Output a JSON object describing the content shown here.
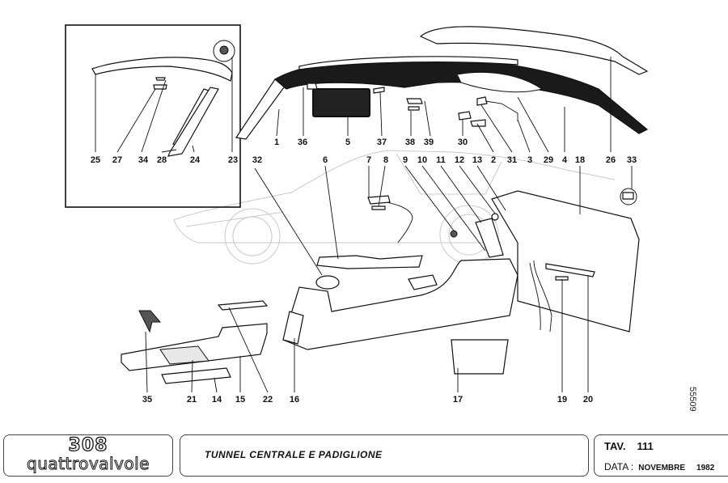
{
  "diagram": {
    "drawing_number": "55509",
    "labels": [
      {
        "id": "1",
        "text": "1"
      },
      {
        "id": "2",
        "text": "2"
      },
      {
        "id": "3",
        "text": "3"
      },
      {
        "id": "4",
        "text": "4"
      },
      {
        "id": "5",
        "text": "5"
      },
      {
        "id": "6",
        "text": "6"
      },
      {
        "id": "7",
        "text": "7"
      },
      {
        "id": "8",
        "text": "8"
      },
      {
        "id": "9",
        "text": "9"
      },
      {
        "id": "10",
        "text": "10"
      },
      {
        "id": "11",
        "text": "11"
      },
      {
        "id": "12",
        "text": "12"
      },
      {
        "id": "13",
        "text": "13"
      },
      {
        "id": "14",
        "text": "14"
      },
      {
        "id": "15",
        "text": "15"
      },
      {
        "id": "16",
        "text": "16"
      },
      {
        "id": "17",
        "text": "17"
      },
      {
        "id": "18",
        "text": "18"
      },
      {
        "id": "19",
        "text": "19"
      },
      {
        "id": "20",
        "text": "20"
      },
      {
        "id": "21",
        "text": "21"
      },
      {
        "id": "22",
        "text": "22"
      },
      {
        "id": "23",
        "text": "23"
      },
      {
        "id": "24",
        "text": "24"
      },
      {
        "id": "25",
        "text": "25"
      },
      {
        "id": "26",
        "text": "26"
      },
      {
        "id": "27",
        "text": "27"
      },
      {
        "id": "28",
        "text": "28"
      },
      {
        "id": "29",
        "text": "29"
      },
      {
        "id": "30",
        "text": "30"
      },
      {
        "id": "31",
        "text": "31"
      },
      {
        "id": "32",
        "text": "32"
      },
      {
        "id": "33",
        "text": "33"
      },
      {
        "id": "34",
        "text": "34"
      },
      {
        "id": "35",
        "text": "35"
      },
      {
        "id": "36",
        "text": "36"
      },
      {
        "id": "37",
        "text": "37"
      },
      {
        "id": "38",
        "text": "38"
      },
      {
        "id": "39",
        "text": "39"
      }
    ]
  },
  "title_block": {
    "logo_model": "308",
    "logo_subtitle": "quattrovalvole",
    "title": "TUNNEL CENTRALE E PADIGLIONE",
    "tav_label": "TAV.",
    "tav_number": "111",
    "date_label": "DATA :",
    "date_month": "NOVEMBRE",
    "date_year": "1982"
  }
}
